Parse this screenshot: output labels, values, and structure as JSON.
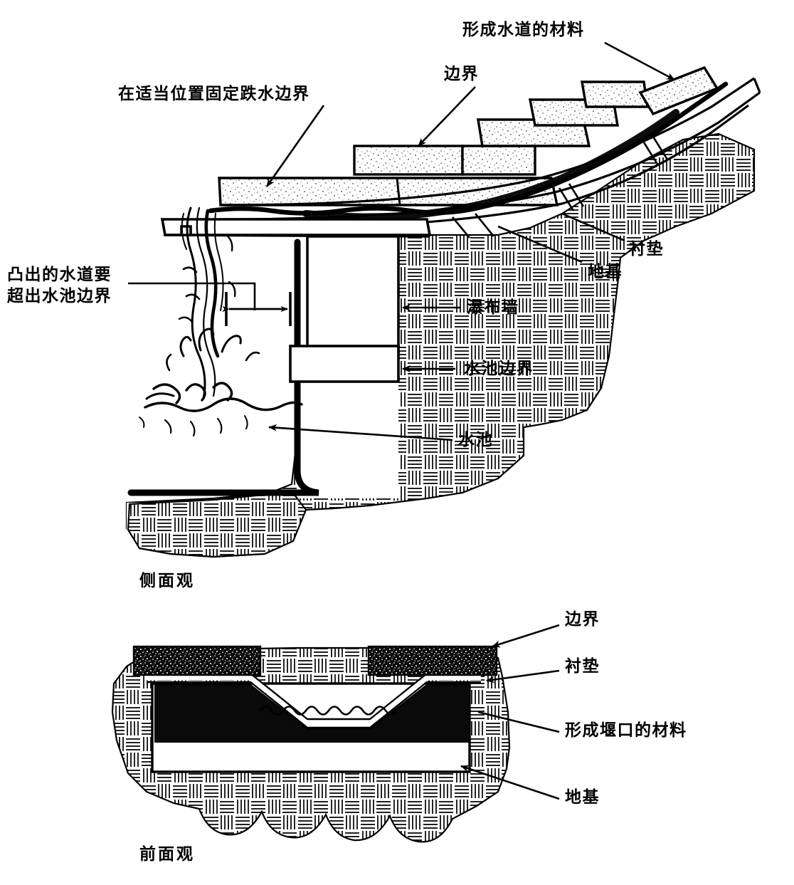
{
  "document": {
    "type": "technical-diagram",
    "subject": "waterfall-and-pond-construction-detail",
    "background_color": "#ffffff",
    "ink_color": "#000000"
  },
  "views": [
    {
      "id": "side-view",
      "name_label": "侧面观",
      "labels": [
        {
          "id": "channel-material",
          "text": "形成水道的材料"
        },
        {
          "id": "edge-top",
          "text": "边界"
        },
        {
          "id": "fix-spillway",
          "text": "在适当位置固定跌水边界"
        },
        {
          "id": "liner",
          "text": "衬垫"
        },
        {
          "id": "foundation",
          "text": "地基"
        },
        {
          "id": "overhang",
          "text": "凸出的水道要\n超出水池边界"
        },
        {
          "id": "waterfall-wall",
          "text": "瀑布墙"
        },
        {
          "id": "pond-edge",
          "text": "水池边界"
        },
        {
          "id": "pond",
          "text": "水池"
        }
      ]
    },
    {
      "id": "front-view",
      "name_label": "前面观",
      "labels": [
        {
          "id": "edge",
          "text": "边界"
        },
        {
          "id": "liner",
          "text": "衬垫"
        },
        {
          "id": "weir-material",
          "text": "形成堰口的材料"
        },
        {
          "id": "foundation",
          "text": "地基"
        }
      ]
    }
  ],
  "legend": {
    "hatch_fill": "earth-crosshatch",
    "stone_fill": "stippled-stone",
    "liner_fill": "solid-black"
  }
}
